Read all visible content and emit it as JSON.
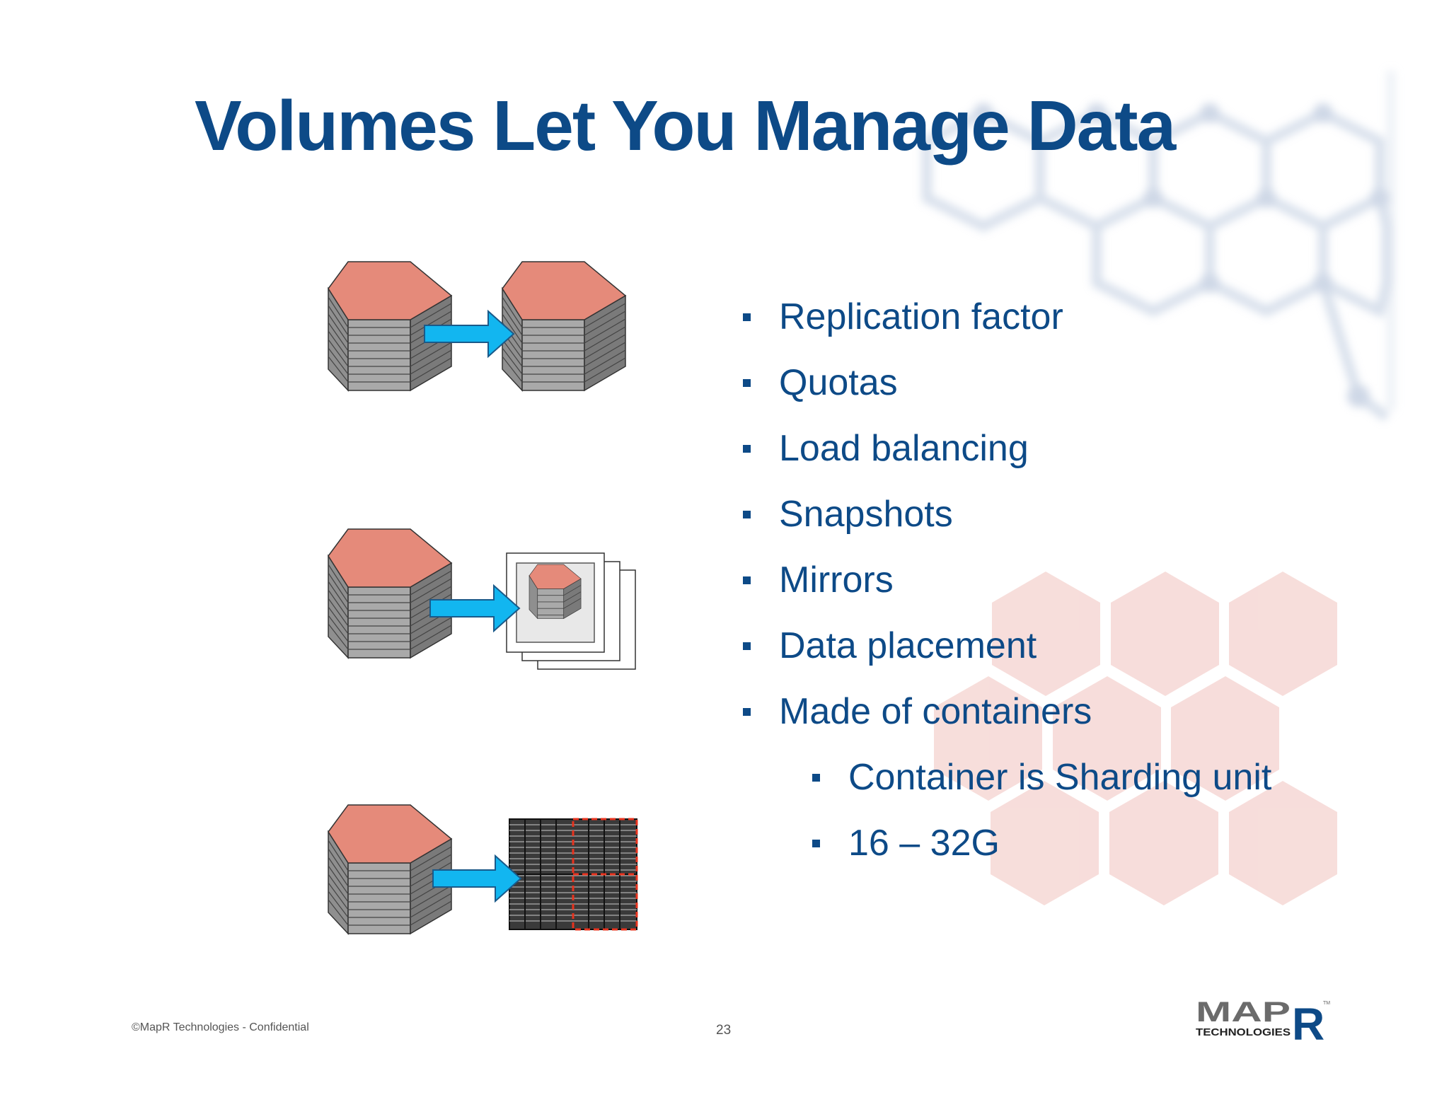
{
  "slide": {
    "title": "Volumes Let You Manage Data",
    "bullets": [
      {
        "text": "Replication factor",
        "level": 1
      },
      {
        "text": "Quotas",
        "level": 1
      },
      {
        "text": "Load balancing",
        "level": 1
      },
      {
        "text": "Snapshots",
        "level": 1
      },
      {
        "text": "Mirrors",
        "level": 1
      },
      {
        "text": "Data placement",
        "level": 1
      },
      {
        "text": "Made of containers",
        "level": 1
      },
      {
        "text": "Container is Sharding unit",
        "level": 2
      },
      {
        "text": "16 – 32G",
        "level": 2
      }
    ],
    "footer": {
      "copyright": "©MapR Technologies - Confidential",
      "page_number": "23"
    },
    "logo": {
      "brand": "MAPR",
      "sub": "TECHNOLOGIES",
      "mark": "TM"
    }
  },
  "colors": {
    "title": "#0d4a87",
    "bullet_text": "#0d4a87",
    "hex_top": "#e58a7a",
    "arrow": "#12b6f0",
    "bg_hex": "#f6d8d5"
  },
  "icons": [
    "volume-cylinder-icon",
    "arrow-right-icon",
    "snapshot-stack-icon",
    "container-grid-icon",
    "mapr-logo"
  ]
}
